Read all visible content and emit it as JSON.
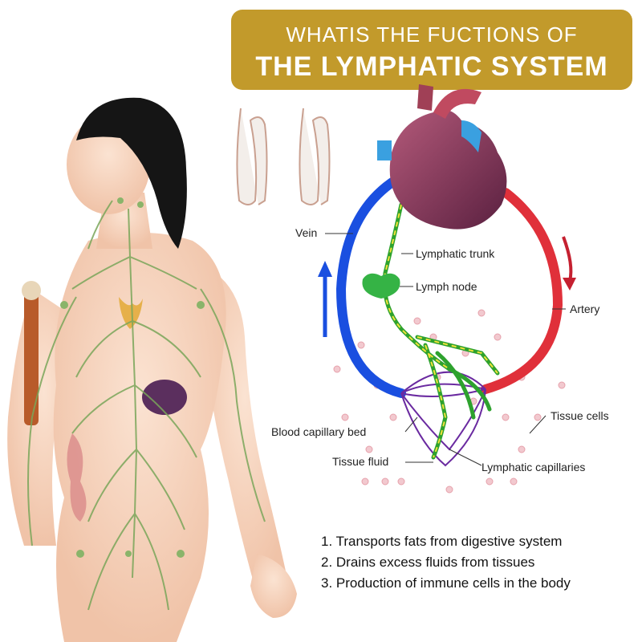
{
  "header": {
    "line1": "WHATIS THE FUCTIONS OF",
    "line2": "THE LYMPHATIC SYSTEM",
    "bg_color": "#c29a2b"
  },
  "diagram": {
    "labels": {
      "vein": "Vein",
      "lymphatic_trunk": "Lymphatic trunk",
      "lymph_node": "Lymph node",
      "artery": "Artery",
      "tissue_cells": "Tissue cells",
      "blood_capillary_bed": "Blood capillary bed",
      "tissue_fluid": "Tissue fluid",
      "lymphatic_capillaries": "Lymphatic capillaries"
    },
    "colors": {
      "vein": "#1a4fe0",
      "artery": "#e0303a",
      "lymph": "#2ea22e",
      "lymph_flow": "#f2e23a",
      "capillary": "#6a2aa0"
    }
  },
  "functions": [
    "1. Transports fats from digestive system",
    "2. Drains excess fluids from tissues",
    "3. Production of immune cells in the body"
  ]
}
